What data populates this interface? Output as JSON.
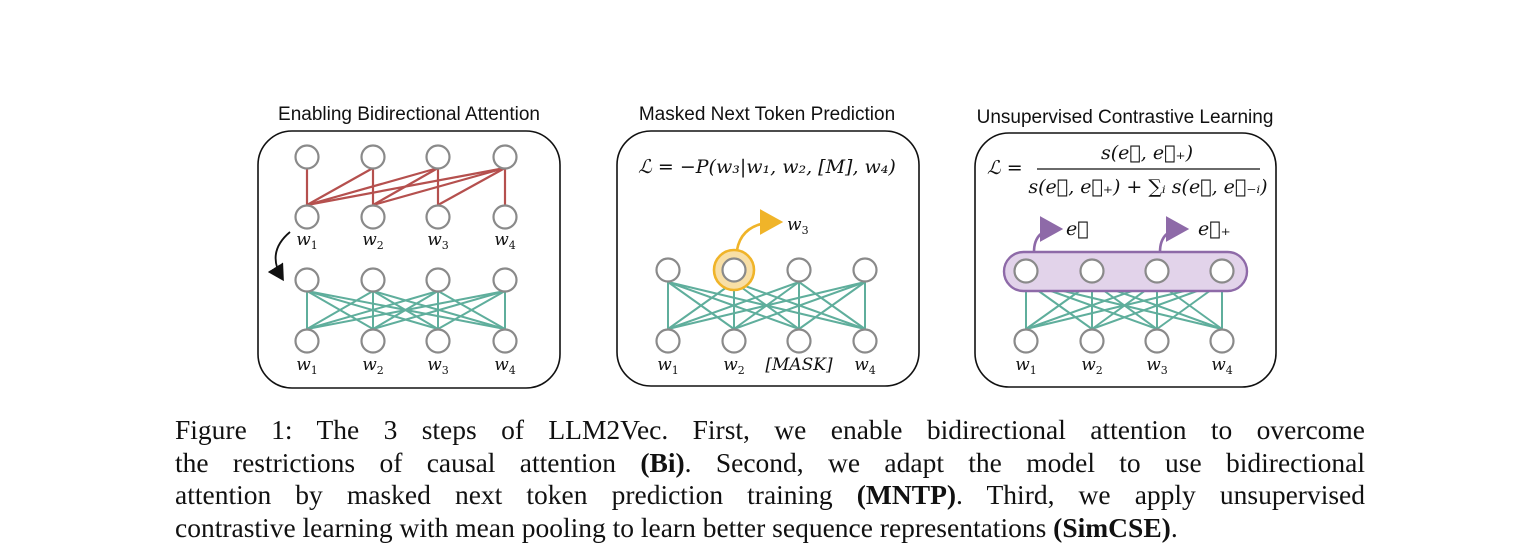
{
  "panels": [
    {
      "title": "Enabling Bidirectional Attention",
      "mid_tokens": [
        "w1",
        "w2",
        "w3",
        "w4"
      ],
      "bottom_tokens": [
        "w1",
        "w2",
        "w3",
        "w4"
      ]
    },
    {
      "title": "Masked Next Token Prediction",
      "formula": "ℒ = −P(w₃|w₁, w₂, [M], w₄)",
      "output_token": "w3",
      "bottom_tokens": [
        "w1",
        "w2",
        "[MASK]",
        "w4"
      ]
    },
    {
      "title": "Unsupervised Contrastive Learning",
      "formula_lhs": "ℒ =",
      "formula_num": "s(e⃗, e⃗₊)",
      "formula_den": "s(e⃗, e⃗₊) + ∑ᵢ s(e⃗, e⃗₋ᵢ)",
      "output_left": "e⃗",
      "output_right": "e⃗₊",
      "bottom_tokens": [
        "w1",
        "w2",
        "w3",
        "w4"
      ]
    }
  ],
  "colors": {
    "causal_edges": "#b5504e",
    "bidirectional_edges": "#5fae9c",
    "masked_highlight": "#f0b429",
    "pooling": "#8e6aa8",
    "node_stroke": "#8a8a8a"
  },
  "caption": {
    "line1": "Figure 1: The 3 steps of LLM2Vec. First, we enable bidirectional attention to overcome",
    "line2_pre": "the restrictions of causal attention ",
    "line2_bold": "(Bi)",
    "line2_post": ". Second, we adapt the model to use bidirectional",
    "line3_pre": "attention by masked next token prediction training ",
    "line3_bold": "(MNTP)",
    "line3_post": ". Third, we apply unsupervised",
    "line4_pre": "contrastive learning with mean pooling to learn better sequence representations ",
    "line4_bold": "(SimCSE)",
    "line4_post": "."
  }
}
